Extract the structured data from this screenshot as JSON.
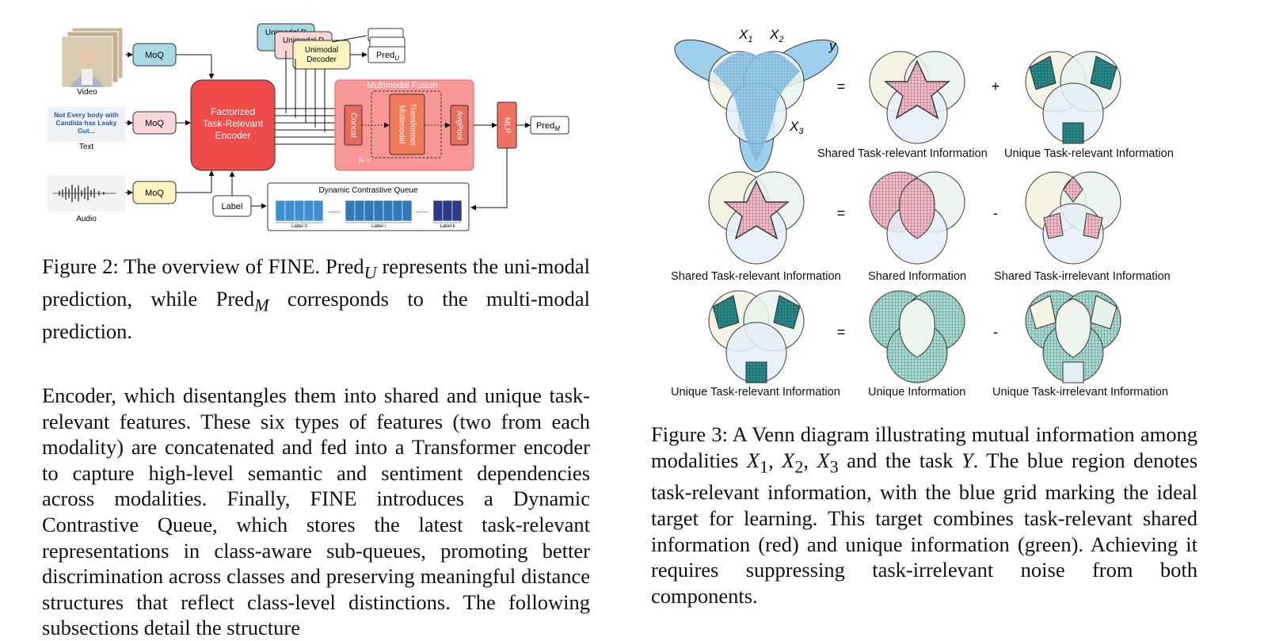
{
  "figure2": {
    "moq_label": "MoQ",
    "video_label": "Video",
    "text_sample": "Not Every body with Candida has Leaky Gut...",
    "text_label": "Text",
    "audio_label": "Audio",
    "encoder_label": "Factorized Task-Relevant Encoder",
    "decoder_label": "Unimodal Decoder",
    "decoder_back_label": "Unimodal D",
    "pred_back": "Pred",
    "pred_u": "Pred",
    "pred_u_sub": "U",
    "fusion_label": "Multimodal Fusion",
    "concat_label": "Concat",
    "transformer_label": "Multimodal Transformer",
    "avgpool_label": "AvgPool",
    "mlp_label": "MLP",
    "pred_m": "Pred",
    "pred_m_sub": "M",
    "nx_label": "N ×",
    "label_box": "Label",
    "queue_title": "Dynamic Contrastive Queue",
    "queue_labels": [
      "Label 0",
      "Label i",
      "Label k"
    ],
    "queue_dots": "......",
    "caption": {
      "prefix": "Figure 2: The overview of FINE. Pred",
      "u": "U",
      "mid": " represents the uni-modal prediction, while Pred",
      "m": "M",
      "suffix": " corresponds to the multi-modal prediction."
    }
  },
  "body_text": "Encoder, which disentangles them into shared and unique task-relevant features. These six types of features (two from each modality) are concatenated and fed into a Transformer encoder to capture high-level semantic and sentiment dependencies across modalities. Finally, FINE introduces a Dynamic Contrastive Queue, which stores the latest task-relevant representations in class-aware sub-queues, promoting better discrimination across classes and preserving meaningful distance structures that reflect class-level distinctions. The following subsections detail the structure",
  "figure3": {
    "var_x1": "X",
    "var_x1_sub": "1",
    "var_x2": "X",
    "var_x2_sub": "2",
    "var_x3": "X",
    "var_x3_sub": "3",
    "var_y": "y",
    "ops": [
      "=",
      "+",
      "=",
      "-",
      "=",
      "-"
    ],
    "labels": {
      "shared_task_relevant": "Shared Task-relevant Information",
      "unique_task_relevant": "Unique Task-relevant Information",
      "shared_information": "Shared Information",
      "shared_task_irrelevant": "Shared Task-irrelevant Information",
      "unique_information": "Unique Information",
      "unique_task_irrelevant": "Unique Task-irrelevant Information"
    },
    "colors": {
      "blue": "#5aaee0",
      "red": "#e8a0b0",
      "green": "#1e7a7a"
    },
    "caption": {
      "p1": "Figure 3: A Venn diagram illustrating mutual information among modalities ",
      "x1": "X",
      "s1": "1",
      "c1": ", ",
      "x2": "X",
      "s2": "2",
      "c2": ", ",
      "x3": "X",
      "s3": "3",
      "p2": " and the task ",
      "y": "Y",
      "p3": ". The blue region denotes task-relevant information, with the blue grid marking the ideal target for learning. This target combines task-relevant shared information (red) and unique information (green). Achieving it requires suppressing task-irrelevant noise from both components."
    }
  }
}
